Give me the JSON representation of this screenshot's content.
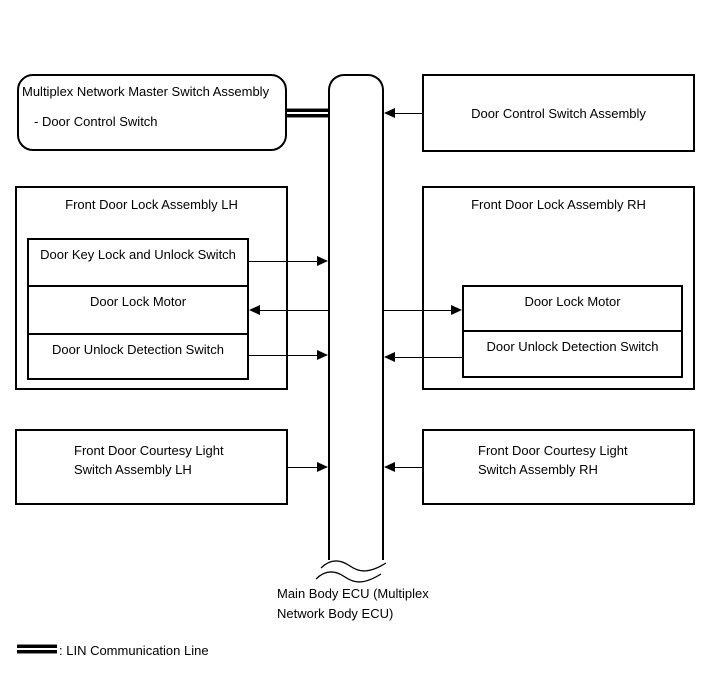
{
  "nodes": {
    "master_switch": {
      "line1": "Multiplex Network Master Switch Assembly",
      "line2": "- Door Control Switch"
    },
    "door_control_switch": {
      "label": "Door Control Switch Assembly"
    },
    "front_door_lock_lh": {
      "title": "Front Door Lock Assembly LH",
      "items": [
        "Door Key Lock and Unlock Switch",
        "Door Lock Motor",
        "Door Unlock Detection Switch"
      ]
    },
    "front_door_lock_rh": {
      "title": "Front Door Lock Assembly RH",
      "items": [
        "Door Lock Motor",
        "Door Unlock Detection Switch"
      ]
    },
    "courtesy_lh": {
      "line1": "Front Door Courtesy Light",
      "line2": "Switch Assembly LH"
    },
    "courtesy_rh": {
      "line1": "Front Door Courtesy Light",
      "line2": "Switch Assembly RH"
    },
    "main_body_ecu": {
      "line1": "Main Body ECU (Multiplex",
      "line2": "Network Body ECU)"
    }
  },
  "legend": {
    "lin_line_label": ": LIN Communication Line"
  },
  "connections": [
    {
      "from": "multiplex_network_master_switch_assembly",
      "to": "main_body_ecu",
      "type": "lin-line"
    },
    {
      "from": "door_control_switch_assembly",
      "to": "main_body_ecu",
      "type": "arrow"
    },
    {
      "from": "door_key_lock_and_unlock_switch_lh",
      "to": "main_body_ecu",
      "type": "arrow"
    },
    {
      "from": "main_body_ecu",
      "to": "door_lock_motor_lh",
      "type": "arrow"
    },
    {
      "from": "door_unlock_detection_switch_lh",
      "to": "main_body_ecu",
      "type": "arrow"
    },
    {
      "from": "main_body_ecu",
      "to": "door_lock_motor_rh",
      "type": "arrow"
    },
    {
      "from": "door_unlock_detection_switch_rh",
      "to": "main_body_ecu",
      "type": "arrow"
    },
    {
      "from": "front_door_courtesy_light_switch_assembly_lh",
      "to": "main_body_ecu",
      "type": "arrow"
    },
    {
      "from": "front_door_courtesy_light_switch_assembly_rh",
      "to": "main_body_ecu",
      "type": "arrow"
    }
  ],
  "colors": {
    "line": "#000000",
    "background": "#ffffff"
  }
}
